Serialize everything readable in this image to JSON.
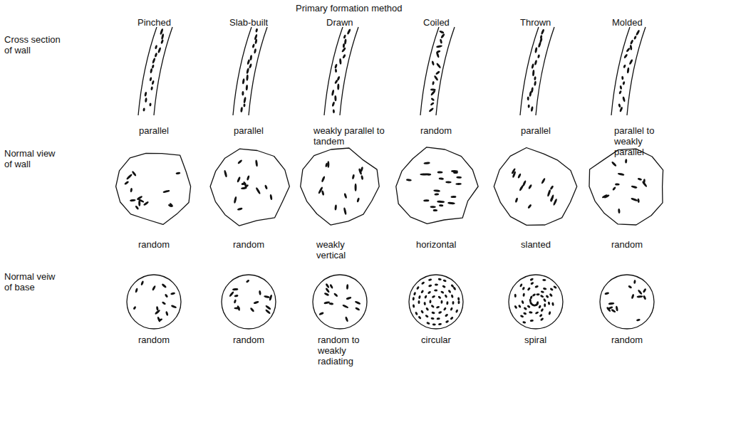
{
  "diagram": {
    "title": "Primary formation method",
    "labels": [
      "Pinched",
      "Slab-built",
      "Drawn",
      "Coiled",
      "Thrown",
      "Molded",
      "Cross section of wall",
      "Normal view of wall",
      "Normal veiw of base",
      "parallel",
      "parallel",
      "weakly parallel to tandem",
      "random",
      "parallel",
      "parallel to weakly parallel",
      "random",
      "random",
      "weakly vertical",
      "horizontal",
      "slanted",
      "random",
      "random",
      "random",
      "random to weakly radiating",
      "circular",
      "spiral",
      "random"
    ]
  }
}
